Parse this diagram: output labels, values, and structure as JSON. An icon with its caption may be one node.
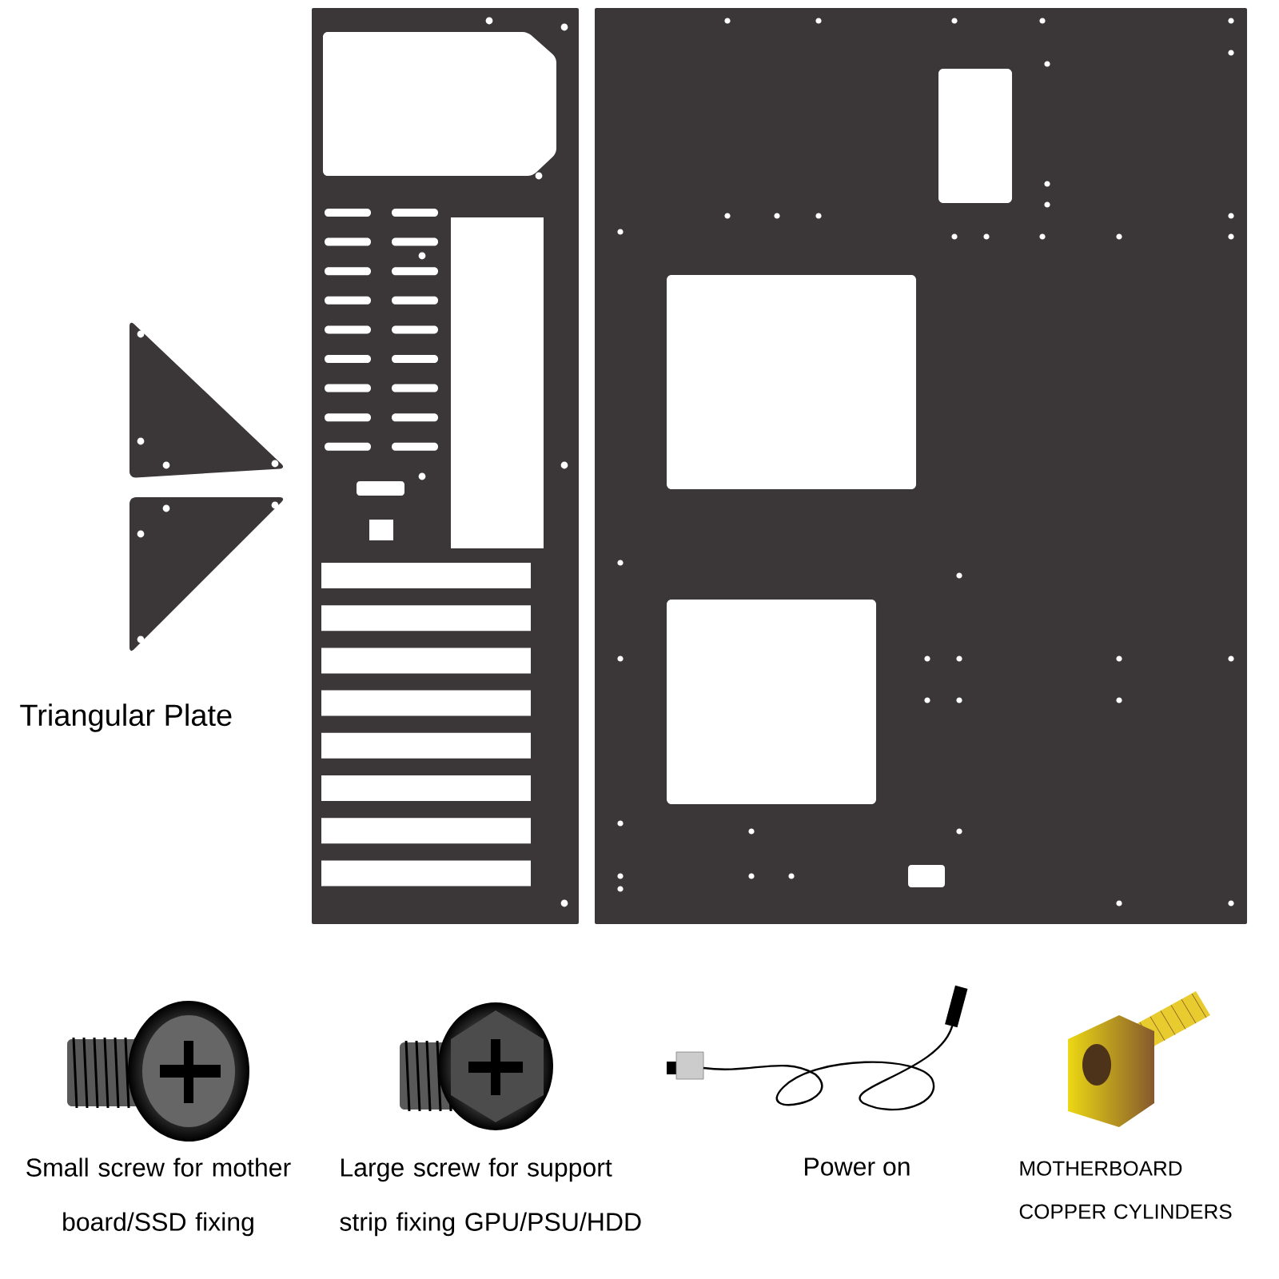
{
  "diagram": {
    "labels": [
      "Triangular Plate",
      "Small screw for mother board/SSD fixing",
      "Large screw for support strip fixing GPU/PSU/HDD",
      "Power on",
      "MOTHERBOARD COPPER CYLINDERS"
    ]
  }
}
